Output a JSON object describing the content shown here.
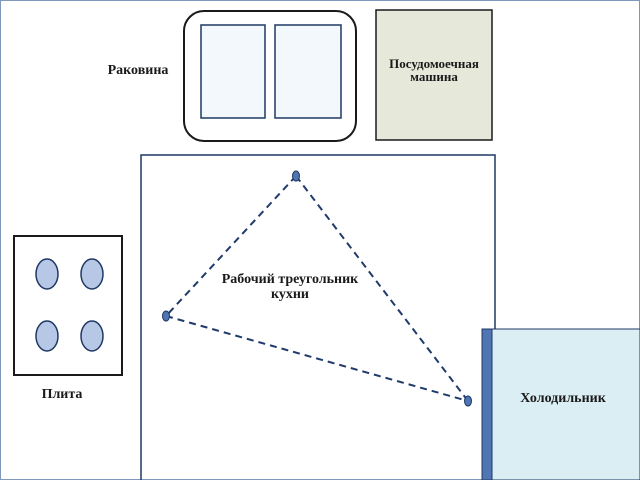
{
  "labels": {
    "sink": "Раковина",
    "dishwasher_line1": "Посудомоечная",
    "dishwasher_line2": "машина",
    "stove": "Плита",
    "fridge": "Холодильник",
    "triangle_line1": "Рабочий треугольник",
    "triangle_line2": "кухни"
  },
  "colors": {
    "outline": "#1f3864",
    "dishwasher_fill": "#e6e8da",
    "fridge_fill": "#dbeef3",
    "fridge_edge": "#4f75b2",
    "burner_fill": "#b7c8e6",
    "sink_basin_fill": "#f2f8fc",
    "triangle_line": "#1f3a6b"
  },
  "icons": {
    "stove": "stove-four-burners-icon",
    "sink": "double-basin-sink-icon"
  }
}
